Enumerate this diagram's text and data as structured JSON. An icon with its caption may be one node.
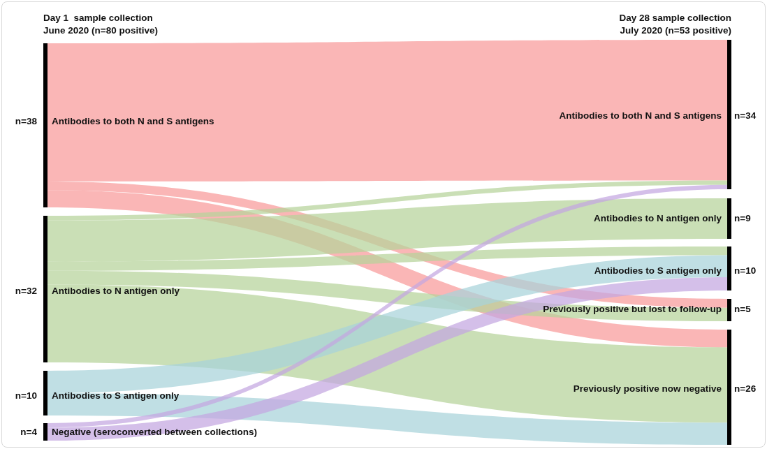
{
  "diagram": {
    "nodes": [
      {
        "text": [
          "Antibodies to both N and S antigens"
        ],
        "beside": [
          "n=38"
        ]
      },
      {
        "text": [
          "Antibodies to N antigen only"
        ],
        "beside": [
          "n=32"
        ]
      },
      {
        "text": [
          "Antibodies to S antigen only"
        ],
        "beside": [
          "n=10"
        ]
      },
      {
        "text": [
          "Negative (seroconverted between collections)"
        ],
        "beside": [
          "n=4"
        ]
      },
      {
        "text": [
          "Antibodies to both N and S antigens"
        ],
        "beside": [
          "n=34"
        ]
      },
      {
        "text": [
          "Antibodies to N antigen only"
        ],
        "beside": [
          "n=9"
        ]
      },
      {
        "text": [
          "Antibodies to S antigen only"
        ],
        "beside": [
          "n=10"
        ]
      },
      {
        "text": [
          "Previously positive but lost to follow-up"
        ],
        "beside": [
          "n=5"
        ]
      },
      {
        "text": [
          "Previously positive now negative"
        ],
        "beside": [
          "n=26"
        ]
      }
    ],
    "edges": [
      {
        "from": 0,
        "to": 4,
        "arrow": "none",
        "color": "#f89a9a"
      },
      {
        "from": 0,
        "to": 7,
        "arrow": "none",
        "color": "#f89a9a"
      },
      {
        "from": 0,
        "to": 8,
        "arrow": "none",
        "color": "#f89a9a"
      },
      {
        "from": 1,
        "to": 4,
        "arrow": "none",
        "color": "#b5d39a"
      },
      {
        "from": 1,
        "to": 5,
        "arrow": "none",
        "color": "#b5d39a"
      },
      {
        "from": 1,
        "to": 6,
        "arrow": "none",
        "color": "#b5d39a"
      },
      {
        "from": 1,
        "to": 7,
        "arrow": "none",
        "color": "#b5d39a"
      },
      {
        "from": 1,
        "to": 8,
        "arrow": "none",
        "color": "#b5d39a"
      },
      {
        "from": 2,
        "to": 6,
        "arrow": "none",
        "color": "#a8d3da"
      },
      {
        "from": 2,
        "to": 8,
        "arrow": "none",
        "color": "#a8d3da"
      },
      {
        "from": 3,
        "to": 4,
        "arrow": "none",
        "color": "#c3a6e0"
      },
      {
        "from": 3,
        "to": 6,
        "arrow": "none",
        "color": "#c3a6e0"
      }
    ],
    "labels": [
      "Day 1  sample collection",
      "June 2020 (n=80 positive)",
      "Day 28 sample collection",
      "July 2020 (n=53 positive)"
    ]
  }
}
